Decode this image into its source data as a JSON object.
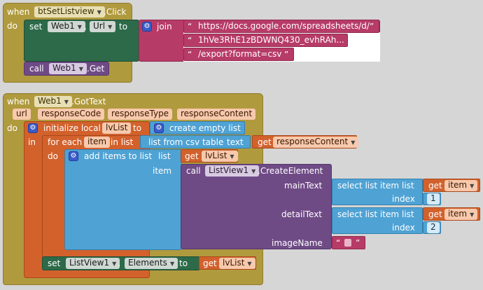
{
  "event1": {
    "when": "when",
    "component": "btSetListview",
    "event": ".Click",
    "do": "do",
    "set": "set",
    "comp": "Web1",
    "dot": ".",
    "prop": "Url",
    "to": "to",
    "join": "join",
    "str1": "https://docs.google.com/spreadsheets/d/",
    "str2": "1hVe3RhE1zBDWNQ430_evhRAh...",
    "str3": "/export?format=csv",
    "call": "call",
    "call_comp": "Web1",
    "call_method": ".Get"
  },
  "event2": {
    "when": "when",
    "component": "Web1",
    "event": ".GotText",
    "params": [
      "url",
      "responseCode",
      "responseType",
      "responseContent"
    ],
    "do": "do",
    "init": "initialize local",
    "var": "lvList",
    "to": "to",
    "create_empty": "create empty list",
    "in": "in",
    "for_each": "for each",
    "item": "item",
    "in_list": "in list",
    "from_csv": "list from csv table",
    "text": "text",
    "get": "get",
    "get_resp": "responseContent",
    "loop_do": "do",
    "add_items": "add items to list",
    "list": "list",
    "get_lv": "lvList",
    "item_label": "item",
    "call": "call",
    "lv_comp": "ListView1",
    "create_el": ".CreateElement",
    "mainText": "mainText",
    "detailText": "detailText",
    "imageName": "imageName",
    "select_item": "select list item",
    "index": "index",
    "idx1": "1",
    "idx2": "2",
    "get_item": "item",
    "set": "set",
    "set_comp": "ListView1",
    "dot": ".",
    "set_prop": "Elements",
    "set_to": "to",
    "get_lv2": "lvList",
    "quote_open": "“",
    "quote_close": "”"
  }
}
